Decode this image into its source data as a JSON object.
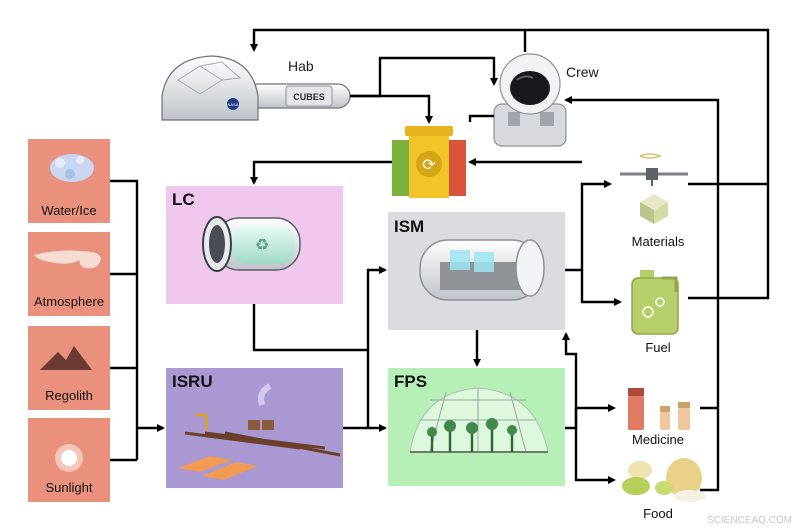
{
  "nodes": {
    "hab": "Hab",
    "crew": "Crew",
    "cubes_logo": "CUBES",
    "nasa_logo": "NASA",
    "lc": "LC",
    "ism": "ISM",
    "isru": "ISRU",
    "fps": "FPS"
  },
  "resources": {
    "water": "Water/Ice",
    "atmosphere": "Atmosphere",
    "regolith": "Regolith",
    "sunlight": "Sunlight"
  },
  "outputs": {
    "materials": "Materials",
    "fuel": "Fuel",
    "medicine": "Medicine",
    "food": "Food"
  },
  "watermark": "SCIENCEAQ.COM",
  "colors": {
    "resource_box": "#e9917c",
    "lc_box": "#f0c8ee",
    "ism_box": "#dcdce0",
    "isru_box": "#a998d2",
    "fps_box": "#b6f0b6",
    "arrow": "#000000"
  },
  "icons": [
    "hab-module-icon",
    "astronaut-icon",
    "recycling-bins-icon",
    "printer-icon",
    "fuel-can-icon",
    "medicine-bottles-icon",
    "food-icon"
  ]
}
